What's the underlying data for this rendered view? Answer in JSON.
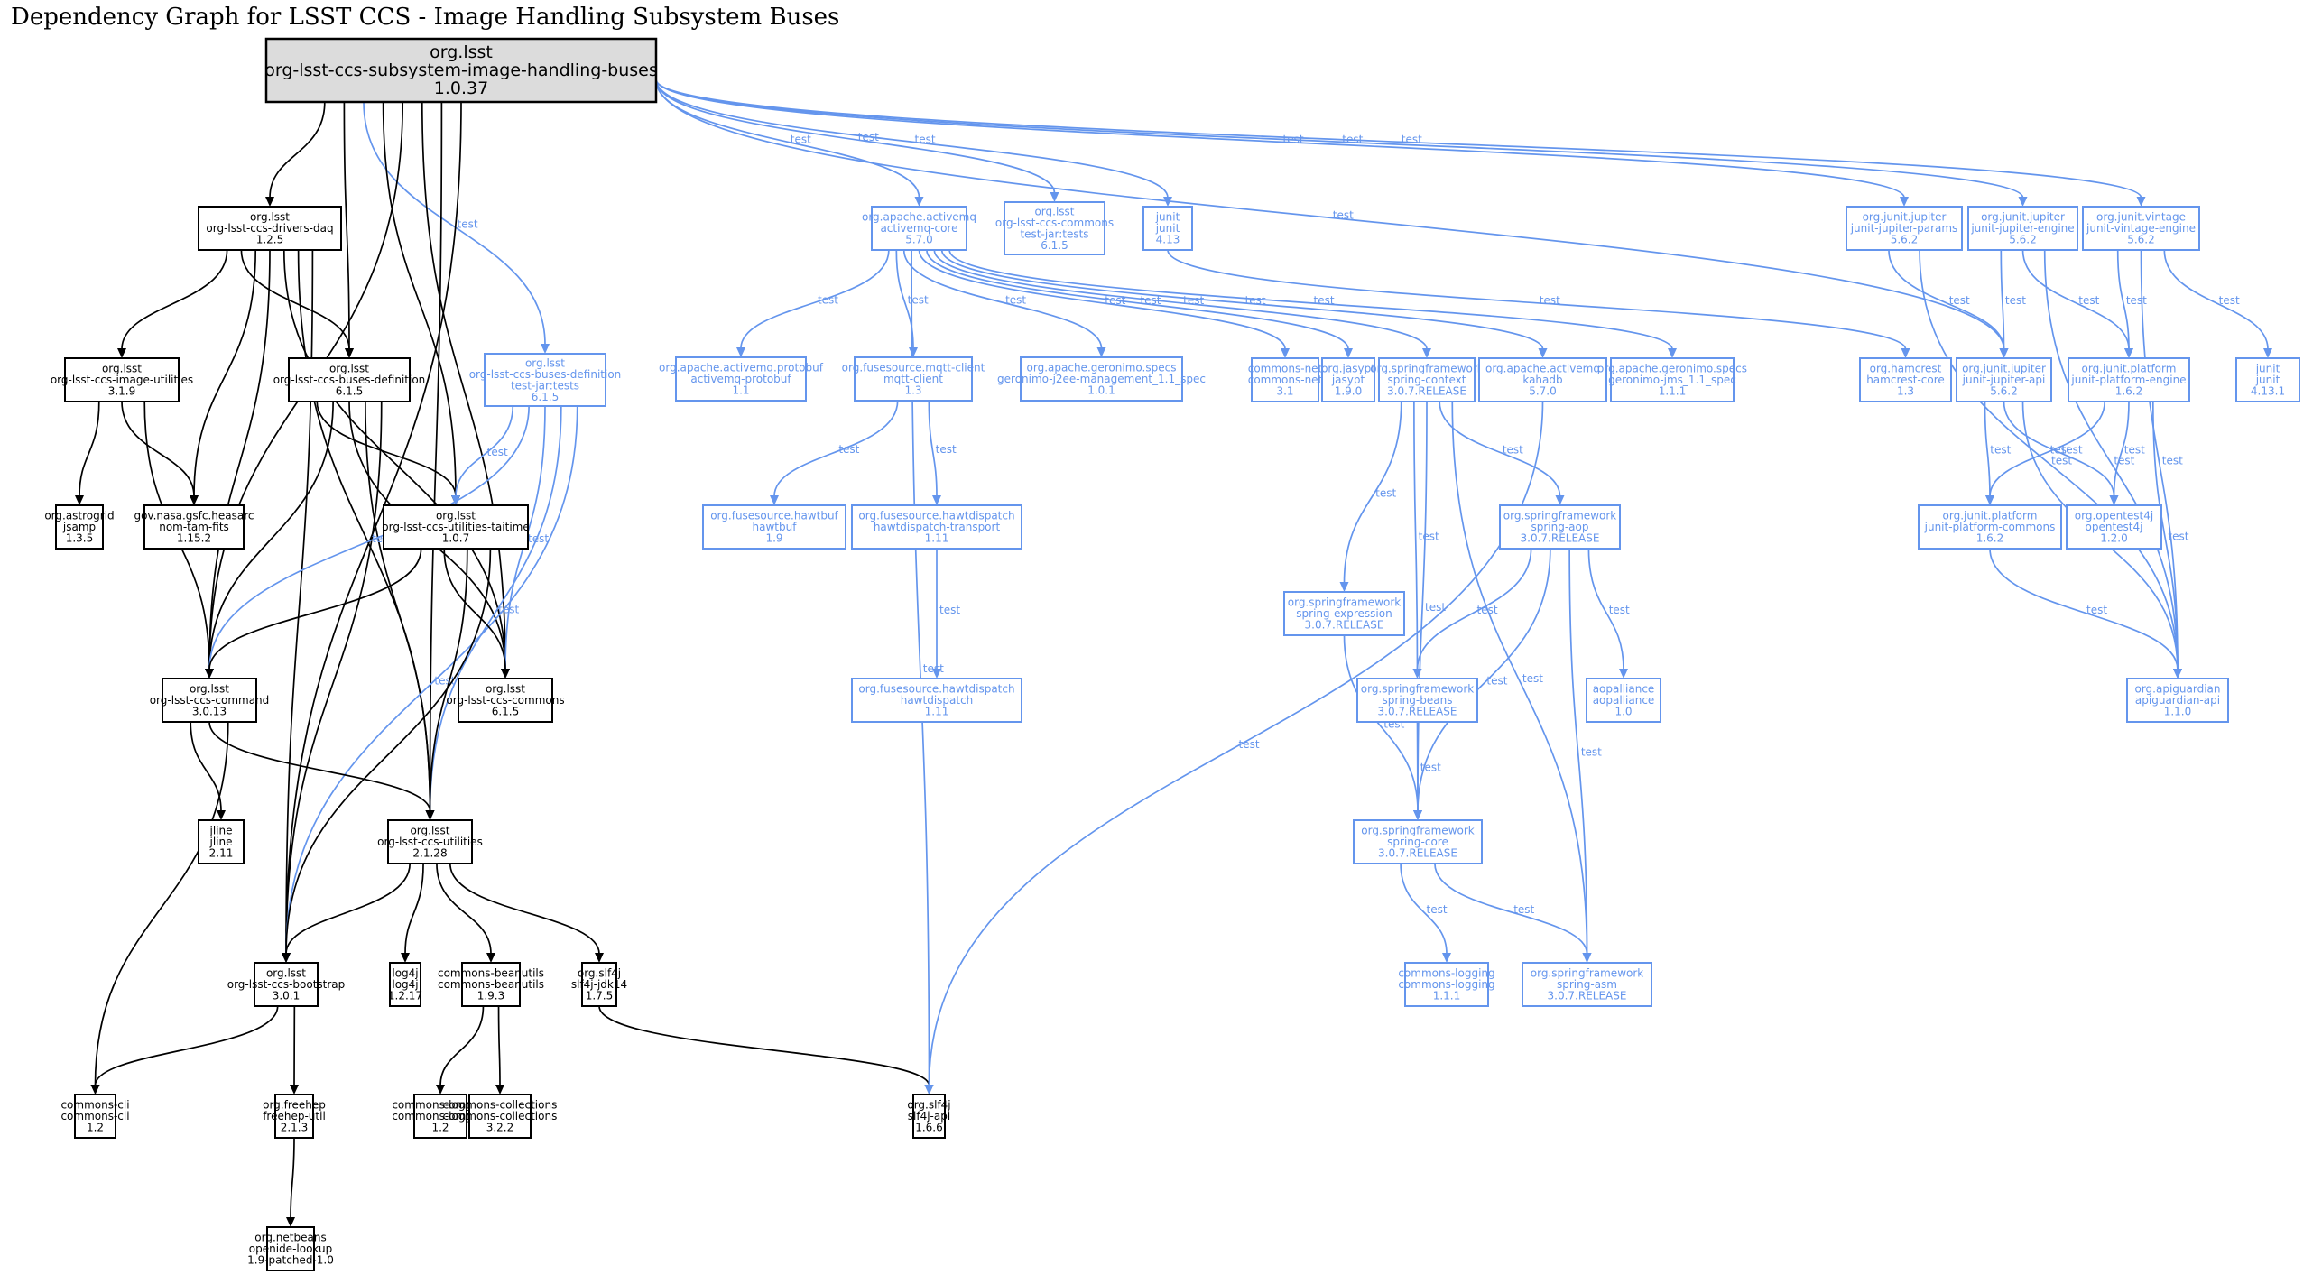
{
  "title": "Dependency Graph for LSST CCS - Image Handling Subsystem Buses",
  "colors": {
    "compile": "#000000",
    "test": "#6495ed",
    "root_fill": "#dcdcdc"
  },
  "edge_label_test": "test",
  "nodes": [
    {
      "id": "root",
      "group": "org.lsst",
      "artifact": "org-lsst-ccs-subsystem-image-handling-buses",
      "version": "1.0.37",
      "scope": "root"
    },
    {
      "id": "drivers-daq",
      "group": "org.lsst",
      "artifact": "org-lsst-ccs-drivers-daq",
      "version": "1.2.5",
      "scope": "compile"
    },
    {
      "id": "image-utilities",
      "group": "org.lsst",
      "artifact": "org-lsst-ccs-image-utilities",
      "version": "3.1.9",
      "scope": "compile"
    },
    {
      "id": "buses-definition",
      "group": "org.lsst",
      "artifact": "org-lsst-ccs-buses-definition",
      "version": "6.1.5",
      "scope": "compile"
    },
    {
      "id": "buses-definition-tests",
      "group": "org.lsst",
      "artifact": "org-lsst-ccs-buses-definition",
      "classifier": "test-jar:tests",
      "version": "6.1.5",
      "scope": "test"
    },
    {
      "id": "jsamp",
      "group": "org.astrogrid",
      "artifact": "jsamp",
      "version": "1.3.5",
      "scope": "compile"
    },
    {
      "id": "nom-tam-fits",
      "group": "gov.nasa.gsfc.heasarc",
      "artifact": "nom-tam-fits",
      "version": "1.15.2",
      "scope": "compile"
    },
    {
      "id": "taitime",
      "group": "org.lsst",
      "artifact": "org-lsst-ccs-utilities-taitime",
      "version": "1.0.7",
      "scope": "compile"
    },
    {
      "id": "command",
      "group": "org.lsst",
      "artifact": "org-lsst-ccs-command",
      "version": "3.0.13",
      "scope": "compile"
    },
    {
      "id": "commons",
      "group": "org.lsst",
      "artifact": "org-lsst-ccs-commons",
      "version": "6.1.5",
      "scope": "compile"
    },
    {
      "id": "jline",
      "group": "jline",
      "artifact": "jline",
      "version": "2.11",
      "scope": "compile"
    },
    {
      "id": "utilities",
      "group": "org.lsst",
      "artifact": "org-lsst-ccs-utilities",
      "version": "2.1.28",
      "scope": "compile"
    },
    {
      "id": "bootstrap",
      "group": "org.lsst",
      "artifact": "org-lsst-ccs-bootstrap",
      "version": "3.0.1",
      "scope": "compile"
    },
    {
      "id": "log4j",
      "group": "log4j",
      "artifact": "log4j",
      "version": "1.2.17",
      "scope": "compile"
    },
    {
      "id": "beanutils",
      "group": "commons-beanutils",
      "artifact": "commons-beanutils",
      "version": "1.9.3",
      "scope": "compile"
    },
    {
      "id": "slf4j-jdk14",
      "group": "org.slf4j",
      "artifact": "slf4j-jdk14",
      "version": "1.7.5",
      "scope": "compile"
    },
    {
      "id": "commons-cli",
      "group": "commons-cli",
      "artifact": "commons-cli",
      "version": "1.2",
      "scope": "compile"
    },
    {
      "id": "freehep-util",
      "group": "org.freehep",
      "artifact": "freehep-util",
      "version": "2.1.3",
      "scope": "compile"
    },
    {
      "id": "commons-logging-12",
      "group": "commons-logging",
      "artifact": "commons-logging",
      "version": "1.2",
      "scope": "compile"
    },
    {
      "id": "commons-collections",
      "group": "commons-collections",
      "artifact": "commons-collections",
      "version": "3.2.2",
      "scope": "compile"
    },
    {
      "id": "slf4j-api",
      "group": "org.slf4j",
      "artifact": "slf4j-api",
      "version": "1.6.6",
      "scope": "compile"
    },
    {
      "id": "openide-lookup",
      "group": "org.netbeans",
      "artifact": "openide-lookup",
      "version": "1.9-patched-1.0",
      "scope": "compile"
    },
    {
      "id": "activemq-core",
      "group": "org.apache.activemq",
      "artifact": "activemq-core",
      "version": "5.7.0",
      "scope": "test"
    },
    {
      "id": "commons-tests",
      "group": "org.lsst",
      "artifact": "org-lsst-ccs-commons",
      "classifier": "test-jar:tests",
      "version": "6.1.5",
      "scope": "test"
    },
    {
      "id": "junit-413",
      "group": "junit",
      "artifact": "junit",
      "version": "4.13",
      "scope": "test"
    },
    {
      "id": "activemq-protobuf",
      "group": "org.apache.activemq.protobuf",
      "artifact": "activemq-protobuf",
      "version": "1.1",
      "scope": "test"
    },
    {
      "id": "mqtt-client",
      "group": "org.fusesource.mqtt-client",
      "artifact": "mqtt-client",
      "version": "1.3",
      "scope": "test"
    },
    {
      "id": "geronimo-j2ee",
      "group": "org.apache.geronimo.specs",
      "artifact": "geronimo-j2ee-management_1.1_spec",
      "version": "1.0.1",
      "scope": "test"
    },
    {
      "id": "commons-net",
      "group": "commons-net",
      "artifact": "commons-net",
      "version": "3.1",
      "scope": "test"
    },
    {
      "id": "jasypt",
      "group": "org.jasypt",
      "artifact": "jasypt",
      "version": "1.9.0",
      "scope": "test"
    },
    {
      "id": "spring-context",
      "group": "org.springframework",
      "artifact": "spring-context",
      "version": "3.0.7.RELEASE",
      "scope": "test"
    },
    {
      "id": "kahadb",
      "group": "org.apache.activemq",
      "artifact": "kahadb",
      "version": "5.7.0",
      "scope": "test"
    },
    {
      "id": "geronimo-jms",
      "group": "org.apache.geronimo.specs",
      "artifact": "geronimo-jms_1.1_spec",
      "version": "1.1.1",
      "scope": "test"
    },
    {
      "id": "hamcrest",
      "group": "org.hamcrest",
      "artifact": "hamcrest-core",
      "version": "1.3",
      "scope": "test"
    },
    {
      "id": "hawtbuf",
      "group": "org.fusesource.hawtbuf",
      "artifact": "hawtbuf",
      "version": "1.9",
      "scope": "test"
    },
    {
      "id": "hawtdispatch-transport",
      "group": "org.fusesource.hawtdispatch",
      "artifact": "hawtdispatch-transport",
      "version": "1.11",
      "scope": "test"
    },
    {
      "id": "hawtdispatch",
      "group": "org.fusesource.hawtdispatch",
      "artifact": "hawtdispatch",
      "version": "1.11",
      "scope": "test"
    },
    {
      "id": "spring-aop",
      "group": "org.springframework",
      "artifact": "spring-aop",
      "version": "3.0.7.RELEASE",
      "scope": "test"
    },
    {
      "id": "spring-expression",
      "group": "org.springframework",
      "artifact": "spring-expression",
      "version": "3.0.7.RELEASE",
      "scope": "test"
    },
    {
      "id": "spring-beans",
      "group": "org.springframework",
      "artifact": "spring-beans",
      "version": "3.0.7.RELEASE",
      "scope": "test"
    },
    {
      "id": "aopalliance",
      "group": "aopalliance",
      "artifact": "aopalliance",
      "version": "1.0",
      "scope": "test"
    },
    {
      "id": "spring-core",
      "group": "org.springframework",
      "artifact": "spring-core",
      "version": "3.0.7.RELEASE",
      "scope": "test"
    },
    {
      "id": "commons-logging-111",
      "group": "commons-logging",
      "artifact": "commons-logging",
      "version": "1.1.1",
      "scope": "test"
    },
    {
      "id": "spring-asm",
      "group": "org.springframework",
      "artifact": "spring-asm",
      "version": "3.0.7.RELEASE",
      "scope": "test"
    },
    {
      "id": "jupiter-params",
      "group": "org.junit.jupiter",
      "artifact": "junit-jupiter-params",
      "version": "5.6.2",
      "scope": "test"
    },
    {
      "id": "jupiter-engine",
      "group": "org.junit.jupiter",
      "artifact": "junit-jupiter-engine",
      "version": "5.6.2",
      "scope": "test"
    },
    {
      "id": "vintage-engine",
      "group": "org.junit.vintage",
      "artifact": "junit-vintage-engine",
      "version": "5.6.2",
      "scope": "test"
    },
    {
      "id": "jupiter-api",
      "group": "org.junit.jupiter",
      "artifact": "junit-jupiter-api",
      "version": "5.6.2",
      "scope": "test"
    },
    {
      "id": "platform-engine",
      "group": "org.junit.platform",
      "artifact": "junit-platform-engine",
      "version": "1.6.2",
      "scope": "test"
    },
    {
      "id": "junit-4131",
      "group": "junit",
      "artifact": "junit",
      "version": "4.13.1",
      "scope": "test"
    },
    {
      "id": "platform-commons",
      "group": "org.junit.platform",
      "artifact": "junit-platform-commons",
      "version": "1.6.2",
      "scope": "test"
    },
    {
      "id": "opentest4j",
      "group": "org.opentest4j",
      "artifact": "opentest4j",
      "version": "1.2.0",
      "scope": "test"
    },
    {
      "id": "apiguardian",
      "group": "org.apiguardian",
      "artifact": "apiguardian-api",
      "version": "1.1.0",
      "scope": "test"
    }
  ],
  "edges": [
    {
      "from": "root",
      "to": "drivers-daq",
      "scope": "compile"
    },
    {
      "from": "root",
      "to": "buses-definition",
      "scope": "compile"
    },
    {
      "from": "root",
      "to": "buses-definition-tests",
      "scope": "test",
      "label": "test"
    },
    {
      "from": "root",
      "to": "taitime",
      "scope": "compile"
    },
    {
      "from": "root",
      "to": "command",
      "scope": "compile"
    },
    {
      "from": "root",
      "to": "commons",
      "scope": "compile"
    },
    {
      "from": "root",
      "to": "utilities",
      "scope": "compile"
    },
    {
      "from": "root",
      "to": "bootstrap",
      "scope": "compile"
    },
    {
      "from": "root",
      "to": "activemq-core",
      "scope": "test",
      "label": "test"
    },
    {
      "from": "root",
      "to": "commons-tests",
      "scope": "test",
      "label": "test"
    },
    {
      "from": "root",
      "to": "junit-413",
      "scope": "test",
      "label": "test"
    },
    {
      "from": "root",
      "to": "jupiter-api",
      "scope": "test",
      "label": "test"
    },
    {
      "from": "root",
      "to": "jupiter-params",
      "scope": "test",
      "label": "test"
    },
    {
      "from": "root",
      "to": "jupiter-engine",
      "scope": "test",
      "label": "test"
    },
    {
      "from": "root",
      "to": "vintage-engine",
      "scope": "test",
      "label": "test"
    },
    {
      "from": "drivers-daq",
      "to": "image-utilities",
      "scope": "compile"
    },
    {
      "from": "drivers-daq",
      "to": "buses-definition",
      "scope": "compile"
    },
    {
      "from": "drivers-daq",
      "to": "nom-tam-fits",
      "scope": "compile"
    },
    {
      "from": "drivers-daq",
      "to": "command",
      "scope": "compile"
    },
    {
      "from": "drivers-daq",
      "to": "commons",
      "scope": "compile"
    },
    {
      "from": "drivers-daq",
      "to": "utilities",
      "scope": "compile"
    },
    {
      "from": "drivers-daq",
      "to": "bootstrap",
      "scope": "compile"
    },
    {
      "from": "image-utilities",
      "to": "jsamp",
      "scope": "compile"
    },
    {
      "from": "image-utilities",
      "to": "nom-tam-fits",
      "scope": "compile"
    },
    {
      "from": "image-utilities",
      "to": "command",
      "scope": "compile"
    },
    {
      "from": "buses-definition",
      "to": "taitime",
      "scope": "compile"
    },
    {
      "from": "buses-definition",
      "to": "command",
      "scope": "compile"
    },
    {
      "from": "buses-definition",
      "to": "commons",
      "scope": "compile"
    },
    {
      "from": "buses-definition",
      "to": "utilities",
      "scope": "compile"
    },
    {
      "from": "buses-definition",
      "to": "bootstrap",
      "scope": "compile"
    },
    {
      "from": "buses-definition-tests",
      "to": "taitime",
      "scope": "test",
      "label": "test"
    },
    {
      "from": "buses-definition-tests",
      "to": "command",
      "scope": "test",
      "label": "test"
    },
    {
      "from": "buses-definition-tests",
      "to": "commons",
      "scope": "test",
      "label": "test"
    },
    {
      "from": "buses-definition-tests",
      "to": "utilities",
      "scope": "test",
      "label": "test"
    },
    {
      "from": "buses-definition-tests",
      "to": "bootstrap",
      "scope": "test",
      "label": "test"
    },
    {
      "from": "taitime",
      "to": "command",
      "scope": "compile"
    },
    {
      "from": "taitime",
      "to": "commons",
      "scope": "compile"
    },
    {
      "from": "taitime",
      "to": "utilities",
      "scope": "compile"
    },
    {
      "from": "taitime",
      "to": "bootstrap",
      "scope": "compile"
    },
    {
      "from": "command",
      "to": "jline",
      "scope": "compile"
    },
    {
      "from": "command",
      "to": "utilities",
      "scope": "compile"
    },
    {
      "from": "command",
      "to": "commons-cli",
      "scope": "compile"
    },
    {
      "from": "utilities",
      "to": "bootstrap",
      "scope": "compile"
    },
    {
      "from": "utilities",
      "to": "log4j",
      "scope": "compile"
    },
    {
      "from": "utilities",
      "to": "beanutils",
      "scope": "compile"
    },
    {
      "from": "utilities",
      "to": "slf4j-jdk14",
      "scope": "compile"
    },
    {
      "from": "bootstrap",
      "to": "commons-cli",
      "scope": "compile"
    },
    {
      "from": "bootstrap",
      "to": "freehep-util",
      "scope": "compile"
    },
    {
      "from": "freehep-util",
      "to": "openide-lookup",
      "scope": "compile"
    },
    {
      "from": "beanutils",
      "to": "commons-logging-12",
      "scope": "compile"
    },
    {
      "from": "beanutils",
      "to": "commons-collections",
      "scope": "compile"
    },
    {
      "from": "slf4j-jdk14",
      "to": "slf4j-api",
      "scope": "compile"
    },
    {
      "from": "activemq-core",
      "to": "activemq-protobuf",
      "scope": "test",
      "label": "test"
    },
    {
      "from": "activemq-core",
      "to": "mqtt-client",
      "scope": "test",
      "label": "test"
    },
    {
      "from": "activemq-core",
      "to": "geronimo-j2ee",
      "scope": "test",
      "label": "test"
    },
    {
      "from": "activemq-core",
      "to": "slf4j-api",
      "scope": "test",
      "label": "test"
    },
    {
      "from": "activemq-core",
      "to": "commons-net",
      "scope": "test",
      "label": "test"
    },
    {
      "from": "activemq-core",
      "to": "jasypt",
      "scope": "test",
      "label": "test"
    },
    {
      "from": "activemq-core",
      "to": "spring-context",
      "scope": "test",
      "label": "test"
    },
    {
      "from": "activemq-core",
      "to": "kahadb",
      "scope": "test",
      "label": "test"
    },
    {
      "from": "activemq-core",
      "to": "geronimo-jms",
      "scope": "test",
      "label": "test"
    },
    {
      "from": "junit-413",
      "to": "hamcrest",
      "scope": "test",
      "label": "test"
    },
    {
      "from": "mqtt-client",
      "to": "hawtbuf",
      "scope": "test",
      "label": "test"
    },
    {
      "from": "mqtt-client",
      "to": "hawtdispatch-transport",
      "scope": "test",
      "label": "test"
    },
    {
      "from": "hawtdispatch-transport",
      "to": "hawtdispatch",
      "scope": "test",
      "label": "test"
    },
    {
      "from": "spring-context",
      "to": "spring-expression",
      "scope": "test",
      "label": "test"
    },
    {
      "from": "spring-context",
      "to": "spring-beans",
      "scope": "test",
      "label": "test"
    },
    {
      "from": "spring-context",
      "to": "spring-core",
      "scope": "test",
      "label": "test"
    },
    {
      "from": "spring-context",
      "to": "spring-aop",
      "scope": "test",
      "label": "test"
    },
    {
      "from": "spring-context",
      "to": "spring-asm",
      "scope": "test",
      "label": "test"
    },
    {
      "from": "kahadb",
      "to": "slf4j-api",
      "scope": "test",
      "label": "test"
    },
    {
      "from": "spring-aop",
      "to": "spring-beans",
      "scope": "test",
      "label": "test"
    },
    {
      "from": "spring-aop",
      "to": "spring-core",
      "scope": "test",
      "label": "test"
    },
    {
      "from": "spring-aop",
      "to": "spring-asm",
      "scope": "test",
      "label": "test"
    },
    {
      "from": "spring-aop",
      "to": "aopalliance",
      "scope": "test",
      "label": "test"
    },
    {
      "from": "spring-expression",
      "to": "spring-core",
      "scope": "test",
      "label": "test"
    },
    {
      "from": "spring-beans",
      "to": "spring-core",
      "scope": "test",
      "label": "test"
    },
    {
      "from": "spring-core",
      "to": "commons-logging-111",
      "scope": "test",
      "label": "test"
    },
    {
      "from": "spring-core",
      "to": "spring-asm",
      "scope": "test",
      "label": "test"
    },
    {
      "from": "jupiter-params",
      "to": "jupiter-api",
      "scope": "test",
      "label": "test"
    },
    {
      "from": "jupiter-params",
      "to": "apiguardian",
      "scope": "test",
      "label": "test"
    },
    {
      "from": "jupiter-engine",
      "to": "jupiter-api",
      "scope": "test",
      "label": "test"
    },
    {
      "from": "jupiter-engine",
      "to": "platform-engine",
      "scope": "test",
      "label": "test"
    },
    {
      "from": "jupiter-engine",
      "to": "apiguardian",
      "scope": "test",
      "label": "test"
    },
    {
      "from": "vintage-engine",
      "to": "platform-engine",
      "scope": "test",
      "label": "test"
    },
    {
      "from": "vintage-engine",
      "to": "apiguardian",
      "scope": "test",
      "label": "test"
    },
    {
      "from": "vintage-engine",
      "to": "junit-4131",
      "scope": "test",
      "label": "test"
    },
    {
      "from": "jupiter-api",
      "to": "platform-commons",
      "scope": "test",
      "label": "test"
    },
    {
      "from": "jupiter-api",
      "to": "opentest4j",
      "scope": "test",
      "label": "test"
    },
    {
      "from": "jupiter-api",
      "to": "apiguardian",
      "scope": "test",
      "label": "test"
    },
    {
      "from": "platform-engine",
      "to": "platform-commons",
      "scope": "test",
      "label": "test"
    },
    {
      "from": "platform-engine",
      "to": "opentest4j",
      "scope": "test",
      "label": "test"
    },
    {
      "from": "platform-engine",
      "to": "apiguardian",
      "scope": "test",
      "label": "test"
    },
    {
      "from": "platform-commons",
      "to": "apiguardian",
      "scope": "test",
      "label": "test"
    }
  ]
}
